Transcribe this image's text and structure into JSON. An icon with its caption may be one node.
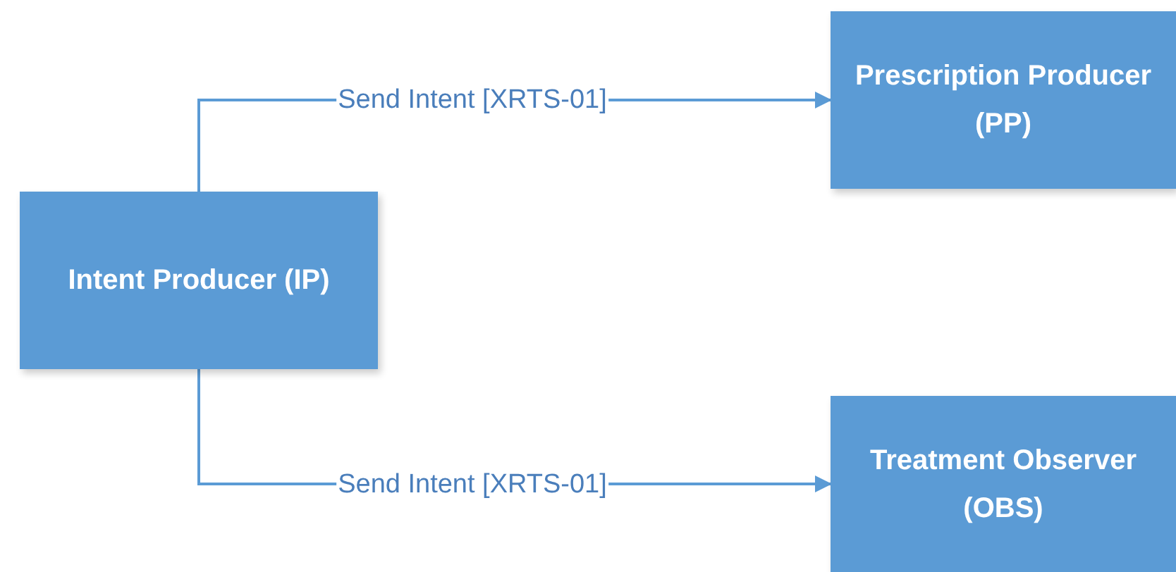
{
  "diagram": {
    "nodes": [
      {
        "text": [
          "Intent Producer (IP)"
        ]
      },
      {
        "text": [
          "Prescription Producer (PP)"
        ]
      },
      {
        "text": [
          "Treatment Observer (OBS)"
        ]
      }
    ],
    "edges": [
      {
        "from": 0,
        "to": 1,
        "arrow": "to",
        "label": "Send Intent [XRTS-01]"
      },
      {
        "from": 0,
        "to": 2,
        "arrow": "to",
        "label": "Send Intent [XRTS-01]"
      }
    ]
  }
}
